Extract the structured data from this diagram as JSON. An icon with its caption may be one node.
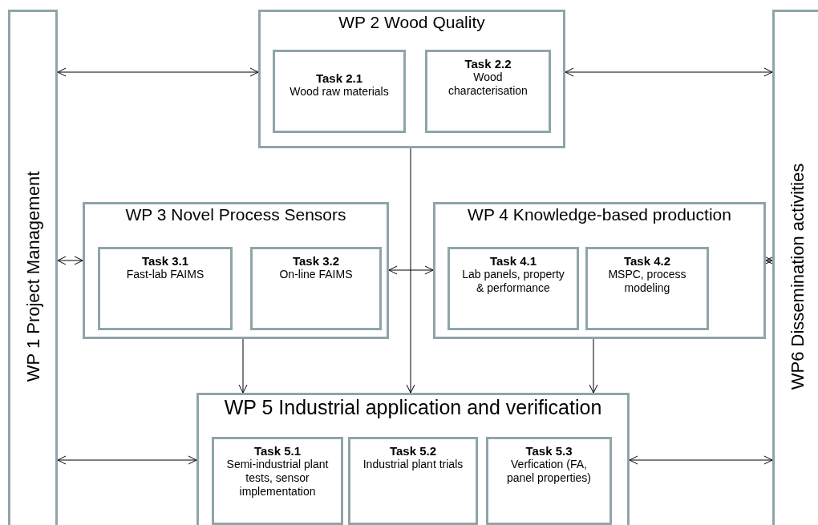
{
  "diagram": {
    "nodes": [
      {
        "text": [
          "WP 1 Project Management"
        ]
      },
      {
        "text": [
          "WP 2 Wood Quality"
        ]
      },
      {
        "text": [
          "Task 2.1",
          "Wood raw materials"
        ],
        "in": 1
      },
      {
        "text": [
          "Task 2.2",
          "Wood characterisation"
        ],
        "in": 1
      },
      {
        "text": [
          "WP 3 Novel Process Sensors"
        ]
      },
      {
        "text": [
          "Task 3.1",
          "Fast-lab FAIMS"
        ],
        "in": 4
      },
      {
        "text": [
          "Task 3.2",
          "On-line FAIMS"
        ],
        "in": 4
      },
      {
        "text": [
          "WP 4 Knowledge-based production"
        ]
      },
      {
        "text": [
          "Task 4.1",
          "Lab panels, property & performance"
        ],
        "in": 7
      },
      {
        "text": [
          "Task 4.2",
          "MSPC, process modeling"
        ],
        "in": 7
      },
      {
        "text": [
          "WP 5 Industrial application and verification"
        ]
      },
      {
        "text": [
          "Task 5.1",
          "Semi-industrial plant tests, sensor implementation"
        ],
        "in": 10
      },
      {
        "text": [
          "Task 5.2",
          "Industrial plant trials"
        ],
        "in": 10
      },
      {
        "text": [
          "Task 5.3",
          "Verfication (FA, panel properties)"
        ],
        "in": 10
      },
      {
        "text": [
          "WP6 Dissemination activities"
        ]
      }
    ],
    "edges": [
      {
        "from": 0,
        "to": 1,
        "arrow": "both"
      },
      {
        "from": 1,
        "to": 14,
        "arrow": "both"
      },
      {
        "from": 0,
        "to": 4,
        "arrow": "both"
      },
      {
        "from": 4,
        "to": 7,
        "arrow": "both"
      },
      {
        "from": 7,
        "to": 14,
        "arrow": "both"
      },
      {
        "from": 0,
        "to": 10,
        "arrow": "both"
      },
      {
        "from": 10,
        "to": 14,
        "arrow": "both"
      },
      {
        "from": 4,
        "to": 10,
        "arrow": "to"
      },
      {
        "from": 1,
        "to": 10,
        "arrow": "to"
      },
      {
        "from": 7,
        "to": 10,
        "arrow": "to"
      }
    ]
  }
}
